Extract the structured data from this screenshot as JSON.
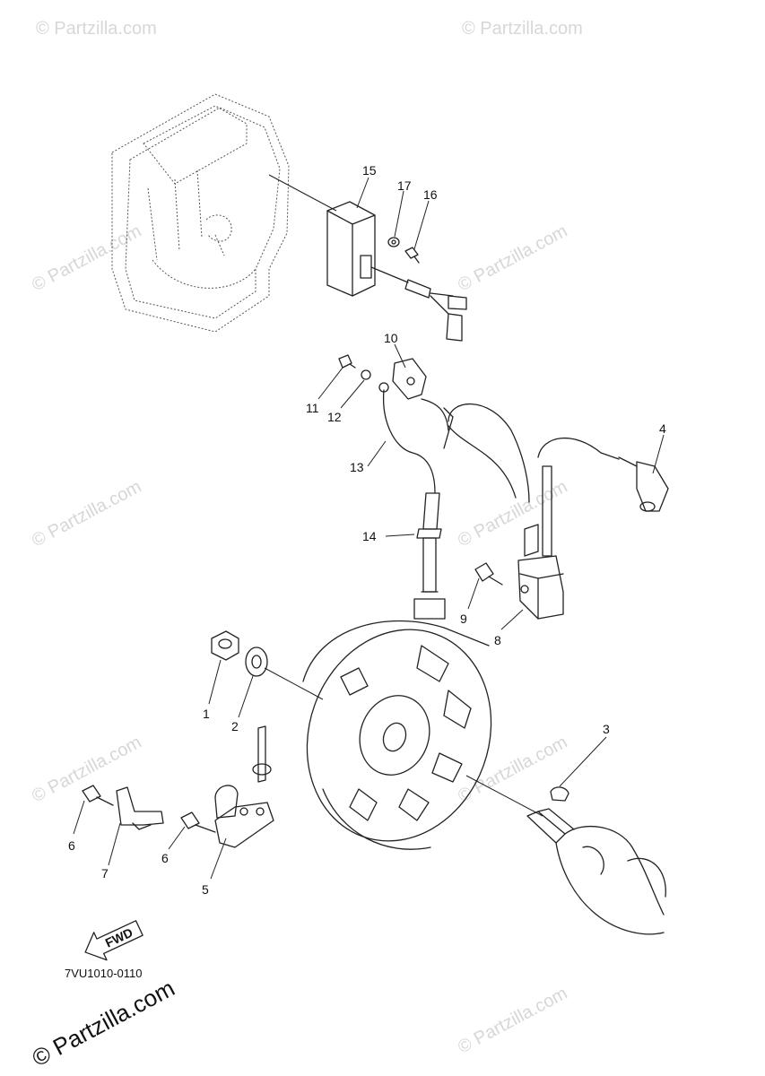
{
  "callouts": [
    "1",
    "2",
    "3",
    "4",
    "5",
    "6",
    "6",
    "7",
    "8",
    "9",
    "10",
    "11",
    "12",
    "13",
    "14",
    "15",
    "16",
    "17"
  ],
  "diagram_code": "7VU1010-0110",
  "fwd_label": "FWD",
  "watermark": "© Partzilla.com",
  "watermark_footer": "© Partzilla.com"
}
